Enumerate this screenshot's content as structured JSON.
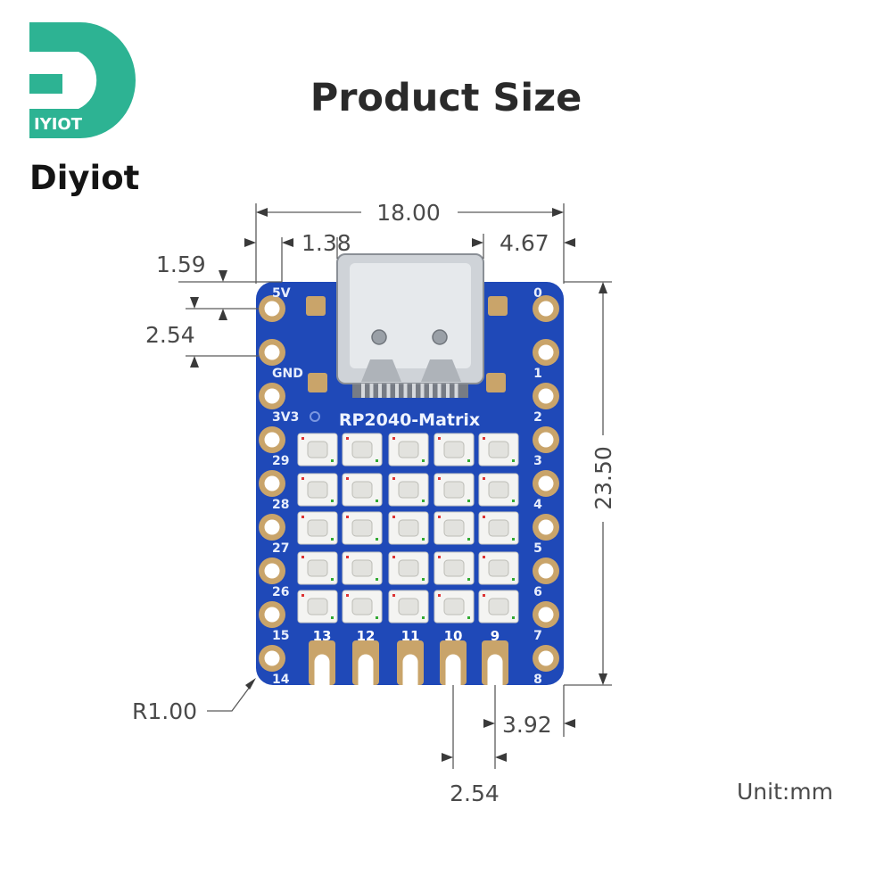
{
  "brand": {
    "name": "Diyiot",
    "logo_mark_text": "IYIOT",
    "logo_color": "#2db393"
  },
  "title": "Product Size",
  "board": {
    "name": "RP2040-Matrix",
    "pcb_color": "#1f49b8",
    "pad_color": "#c9a46a",
    "left_pins": [
      "5V",
      "GND",
      "3V3",
      "29",
      "28",
      "27",
      "26",
      "15",
      "14"
    ],
    "right_pins": [
      "0",
      "1",
      "2",
      "3",
      "4",
      "5",
      "6",
      "7",
      "8"
    ],
    "bottom_pins": [
      "13",
      "12",
      "11",
      "10",
      "9"
    ],
    "led_rows": 5,
    "led_cols": 5
  },
  "dimensions": {
    "width": "18.00",
    "usb_left_offset": "1.38",
    "usb_right_offset": "4.67",
    "top_pin_offset": "1.59",
    "pin_pitch_left": "2.54",
    "height": "23.50",
    "corner_radius": "R1.00",
    "bottom_right_offset": "3.92",
    "pin_pitch_bottom": "2.54"
  },
  "unit_label": "Unit:mm"
}
